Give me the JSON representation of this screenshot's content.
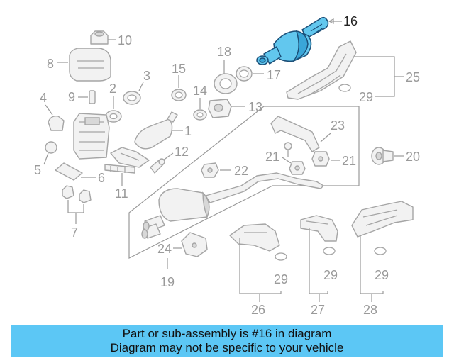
{
  "labels": {
    "l1": "1",
    "l2": "2",
    "l3": "3",
    "l4": "4",
    "l5": "5",
    "l6": "6",
    "l7": "7",
    "l8": "8",
    "l9": "9",
    "l10": "10",
    "l11": "11",
    "l12": "12",
    "l13": "13",
    "l14": "14",
    "l15": "15",
    "l16": "16",
    "l17": "17",
    "l18": "18",
    "l19": "19",
    "l20": "20",
    "l21": "21",
    "l22": "22",
    "l23": "23",
    "l24": "24",
    "l25": "25",
    "l26": "26",
    "l27": "27",
    "l28": "28",
    "l29": "29"
  },
  "highlight": {
    "part": "16",
    "color": "#62c7ee"
  },
  "banner": {
    "line1": "Part or sub-assembly is #16 in diagram",
    "line2": "Diagram may not be specific to your vehicle",
    "color": "#5cc7f5"
  }
}
